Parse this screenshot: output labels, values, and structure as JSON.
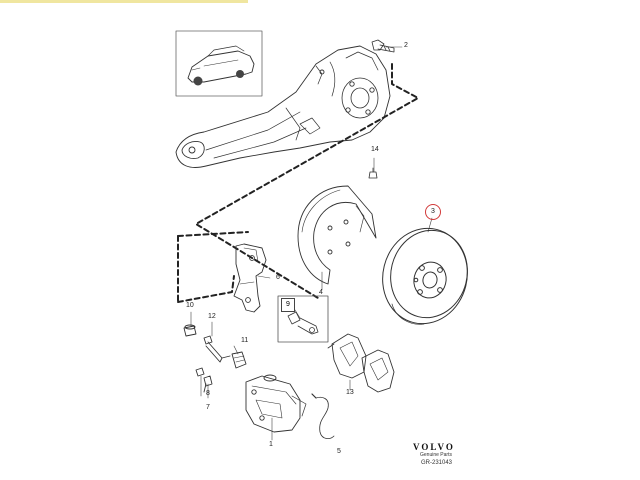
{
  "callouts": {
    "c1": "1",
    "c2": "2",
    "c3": "3",
    "c4": "4",
    "c5": "5",
    "c6": "6",
    "c7": "7",
    "c8": "8",
    "c9": "9",
    "c10": "10",
    "c11": "11",
    "c12": "12",
    "c13": "13",
    "c14": "14"
  },
  "highlighted_callout": "3",
  "branding": {
    "brand": "VOLVO",
    "subtitle": "Genuine Parts",
    "part_number": "GR-231043"
  },
  "colors": {
    "highlight_ring": "#d23a3a",
    "line_art": "#333333",
    "accent_bar": "#f0e6a0"
  }
}
